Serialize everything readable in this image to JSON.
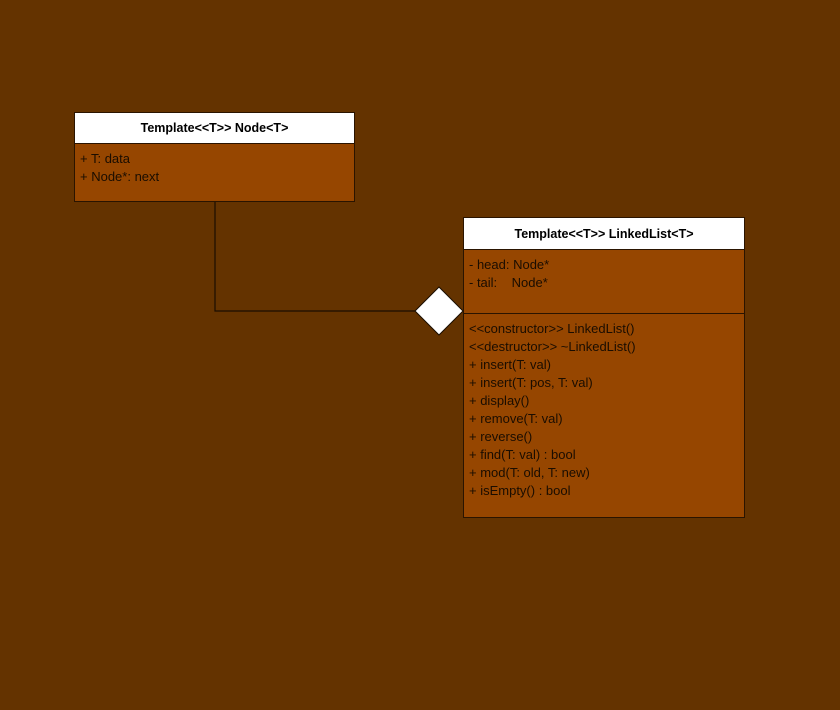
{
  "diagram": {
    "relationship": {
      "type": "aggregation",
      "from": "LinkedList<T>",
      "to": "Node<T>"
    },
    "colors": {
      "background": "#643300",
      "class_body": "#964600",
      "class_header": "#ffffff",
      "line": "#1a0d00"
    },
    "classes": {
      "node": {
        "title": "Template<<T>> Node<T>",
        "attributes": [
          "+ T: data",
          "+ Node*: next"
        ]
      },
      "linkedlist": {
        "title": "Template<<T>> LinkedList<T>",
        "attributes": [
          "- head: Node*",
          "- tail:    Node*"
        ],
        "methods": [
          "<<constructor>> LinkedList()",
          "<<destructor>> ~LinkedList()",
          "+ insert(T: val)",
          "+ insert(T: pos, T: val)",
          "+ display()",
          "+ remove(T: val)",
          "+ reverse()",
          "+ find(T: val) : bool",
          "+ mod(T: old, T: new)",
          "+ isEmpty() : bool"
        ]
      }
    }
  }
}
